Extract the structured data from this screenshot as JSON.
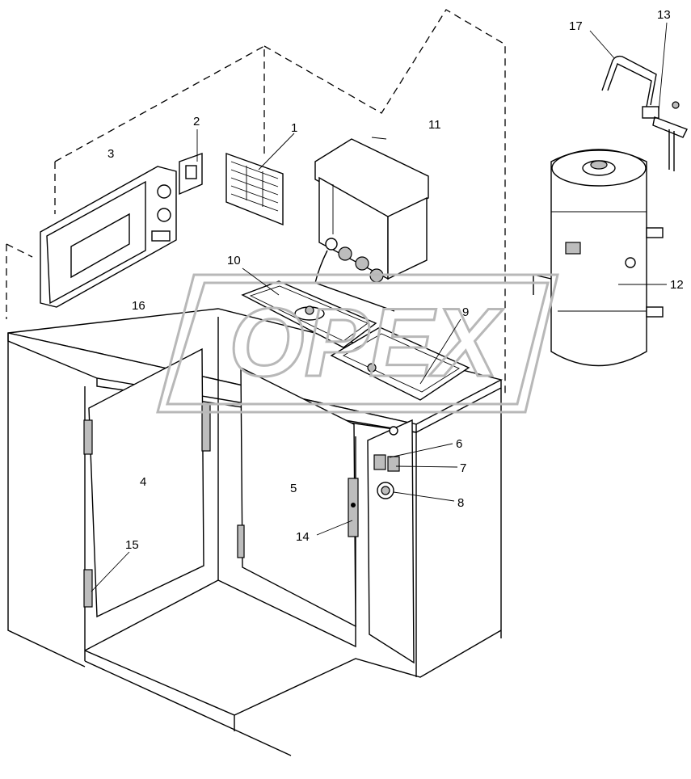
{
  "watermark": "OPEX",
  "callouts": [
    {
      "id": "c1",
      "label": "1"
    },
    {
      "id": "c2",
      "label": "2"
    },
    {
      "id": "c3",
      "label": "3"
    },
    {
      "id": "c4",
      "label": "4"
    },
    {
      "id": "c5",
      "label": "5"
    },
    {
      "id": "c6",
      "label": "6"
    },
    {
      "id": "c7",
      "label": "7"
    },
    {
      "id": "c8",
      "label": "8"
    },
    {
      "id": "c9",
      "label": "9"
    },
    {
      "id": "c10",
      "label": "10"
    },
    {
      "id": "c11",
      "label": "11"
    },
    {
      "id": "c12",
      "label": "12"
    },
    {
      "id": "c13",
      "label": "13"
    },
    {
      "id": "c14",
      "label": "14"
    },
    {
      "id": "c15",
      "label": "15"
    },
    {
      "id": "c16",
      "label": "16"
    },
    {
      "id": "c17",
      "label": "17"
    }
  ]
}
